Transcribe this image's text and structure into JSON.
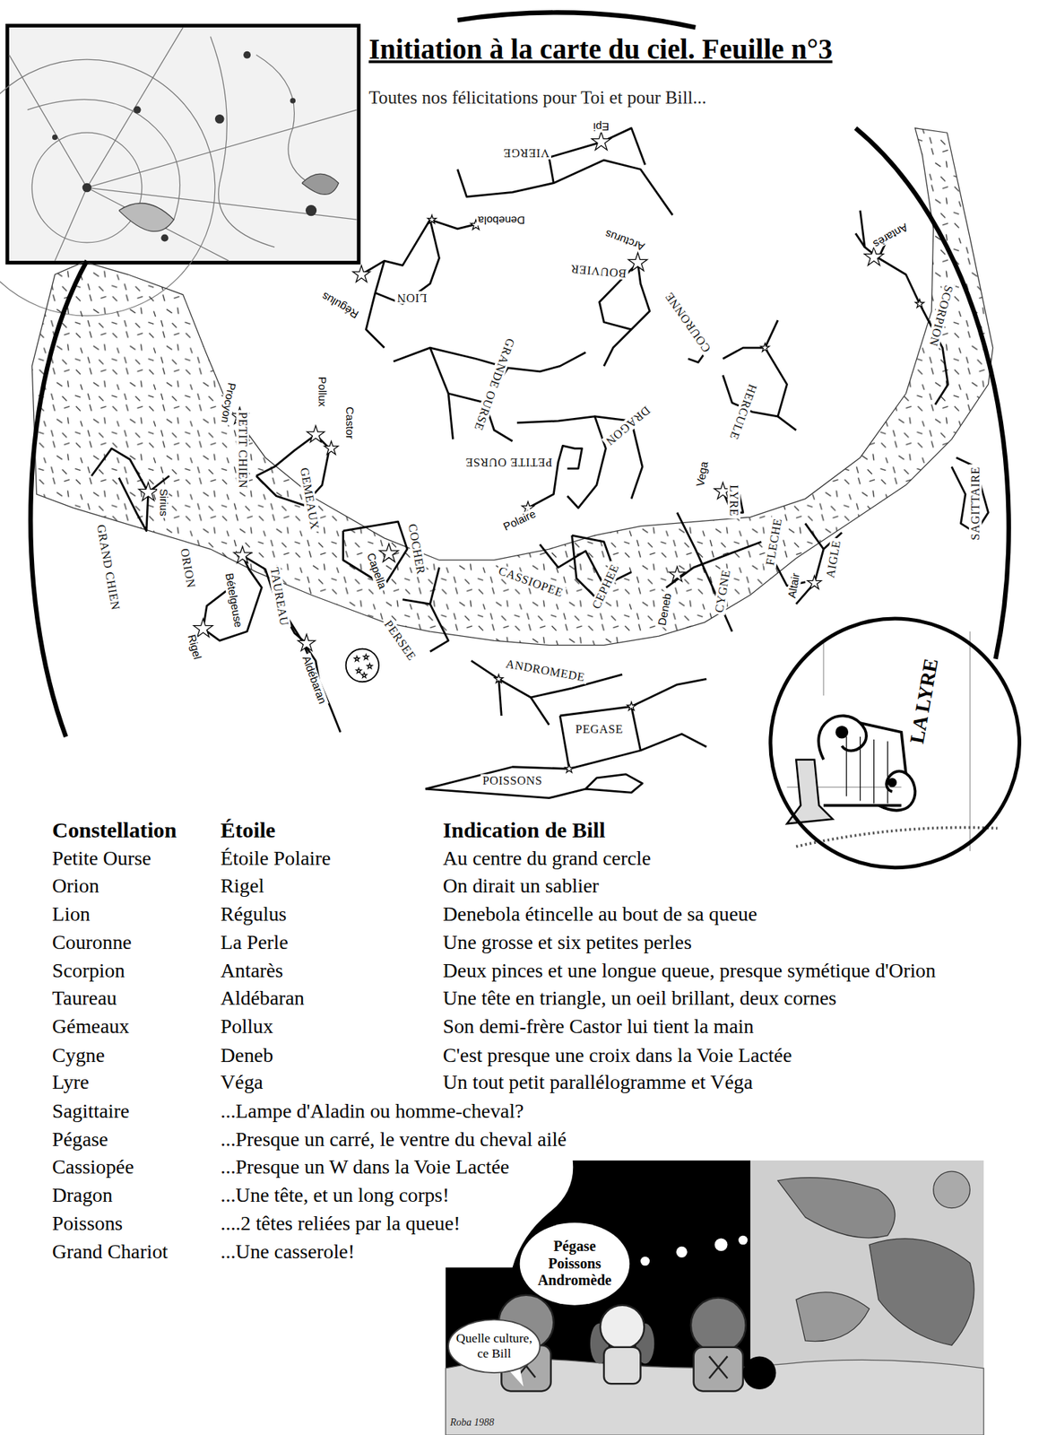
{
  "diagram": {
    "title": "Initiation à la carte du ciel. Feuille n°3",
    "nodes": [
      {
        "text": [
          "LA LYRE"
        ]
      },
      {
        "text": [
          "Pégase Poissons Andromède"
        ]
      },
      {
        "text": [
          "Quelle culture, ce Bill"
        ]
      }
    ],
    "labels": [
      "Toutes nos félicitations pour Toi et pour Bill...",
      "VIERGE",
      "Epi",
      "Denebola",
      "Arcturus",
      "BOUVIER",
      "COURONNE",
      "LION",
      "Régulus",
      "GRANDE OURSE",
      "Antarès",
      "SCORPION",
      "HERCULE",
      "DRAGON",
      "PETITE OURSE",
      "Polaire",
      "Vega",
      "LYRE",
      "Pollux",
      "Castor",
      "Procyon",
      "PETIT CHIEN",
      "GEMEAUX",
      "Sirius",
      "GRAND CHIEN",
      "ORION",
      "Bételgeuse",
      "TAUREAU",
      "Rigel",
      "Aldébaran",
      "COCHER",
      "Capella",
      "PERSEE",
      "CASSIOPEE",
      "CEPHEE",
      "Deneb",
      "CYGNE",
      "FLECHE",
      "Altair",
      "AIGLE",
      "SAGITTAIRE",
      "ANDROMEDE",
      "PEGASE",
      "POISSONS",
      "Constellation",
      "Étoile",
      "Indication de Bill",
      "Petite Ourse",
      "Étoile Polaire",
      "Au centre du grand cercle",
      "Orion",
      "Rigel",
      "On dirait un sablier",
      "Lion",
      "Régulus",
      "Denebola étincelle au bout de sa queue",
      "Couronne",
      "La Perle",
      "Une grosse et six petites perles",
      "Scorpion",
      "Antarès",
      "Deux pinces et une longue queue, presque symétique d'Orion",
      "Taureau",
      "Aldébaran",
      "Une tête en triangle, un oeil brillant, deux cornes",
      "Gémeaux",
      "Pollux",
      "Son demi-frère Castor lui tient la main",
      "Cygne",
      "Deneb",
      "C'est presque une croix dans la Voie Lactée",
      "Lyre",
      "Véga",
      "Un tout petit parallélogramme et Véga",
      "Sagittaire",
      "...Lampe d'Aladin ou homme-cheval?",
      "Pégase",
      "...Presque un carré, le ventre du cheval ailé",
      "Cassiopée",
      "...Presque un W dans la Voie Lactée",
      "Dragon",
      "...Une tête, et un long corps!",
      "Poissons",
      "....2 têtes reliées par la queue!",
      "Grand Chariot",
      "...Une casserole!",
      "Roba 1988"
    ]
  }
}
